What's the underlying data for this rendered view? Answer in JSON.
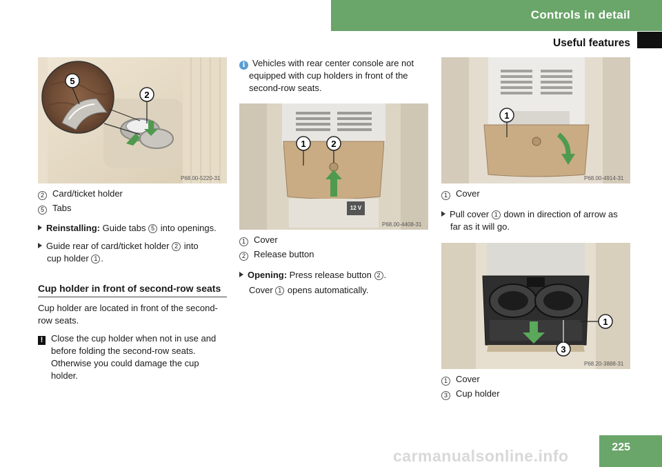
{
  "header": {
    "chapter": "Controls in detail",
    "section": "Useful features"
  },
  "page_number": "225",
  "watermark": "carmanualsonline.info",
  "figures": {
    "fig1": {
      "code": "P68.00-5220-31",
      "callouts": [
        "5",
        "2"
      ]
    },
    "fig2": {
      "code": "P68.00-4408-31",
      "callouts": [
        "1",
        "2"
      ],
      "socket_label": "12 V"
    },
    "fig3": {
      "code": "P68.00-4914-31",
      "callouts": [
        "1"
      ]
    },
    "fig4": {
      "code": "P68.20-3888-31",
      "callouts": [
        "1",
        "3"
      ]
    }
  },
  "col1": {
    "legend": [
      {
        "num": "2",
        "text": "Card/ticket holder"
      },
      {
        "num": "5",
        "text": "Tabs"
      }
    ],
    "step1": {
      "bold": "Reinstalling:",
      "pre": " Guide tabs ",
      "num": "5",
      "post": " into openings."
    },
    "step2": {
      "line1_pre": "Guide rear of card/ticket holder ",
      "line1_num": "2",
      "line1_post": " into",
      "line2_pre": "cup holder ",
      "line2_num": "1",
      "line2_post": "."
    },
    "section_title": "Cup holder in front of second-row seats",
    "para": [
      "Cup holder are located in front of the second-",
      "row seats."
    ],
    "warning": [
      "Close the cup holder when not in use and",
      "before folding the second-row seats.",
      "Otherwise you could damage the cup",
      "holder."
    ],
    "warn_symbol": "!"
  },
  "col2": {
    "info_symbol": "i",
    "info": [
      "Vehicles with rear center console are not",
      "equipped with cup holders in front of the",
      "second-row seats."
    ],
    "legend": [
      {
        "num": "1",
        "text": "Cover"
      },
      {
        "num": "2",
        "text": "Release button"
      }
    ],
    "step": {
      "bold": "Opening:",
      "pre": " Press release button ",
      "num": "2",
      "post": "."
    },
    "result": {
      "pre": "Cover ",
      "num": "1",
      "post": " opens automatically."
    }
  },
  "col3": {
    "legend1": [
      {
        "num": "1",
        "text": "Cover"
      }
    ],
    "step": {
      "line1_pre": "Pull cover ",
      "line1_num": "1",
      "line1_post": " down in direction of arrow as",
      "line2": "far as it will go."
    },
    "legend2": [
      {
        "num": "1",
        "text": "Cover"
      },
      {
        "num": "3",
        "text": "Cup holder"
      }
    ]
  }
}
